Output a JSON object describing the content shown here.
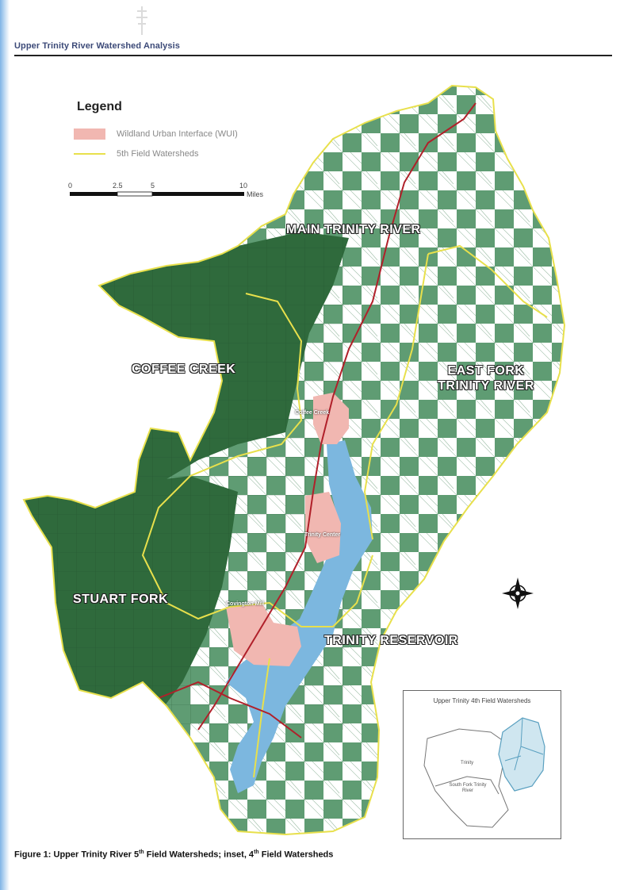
{
  "header": {
    "title": "Upper Trinity River Watershed Analysis"
  },
  "legend": {
    "title": "Legend",
    "items": [
      {
        "label": "Wildland Urban Interface (WUI)",
        "color": "#f1b7b1",
        "symbol": "fill"
      },
      {
        "label": "5th Field Watersheds",
        "color": "#e8e04c",
        "symbol": "line"
      }
    ],
    "scale": {
      "ticks": [
        "0",
        "2.5",
        "5",
        "10"
      ],
      "unit": "Miles"
    }
  },
  "map": {
    "watersheds": [
      "MAIN TRINITY RIVER",
      "COFFEE CREEK",
      "EAST FORK TRINITY RIVER",
      "STUART FORK",
      "TRINITY RESERVOIR"
    ],
    "towns": [
      "Coffee Creek",
      "Trinity Center",
      "Covington Mill"
    ],
    "colors": {
      "forest": "#2f6a3c",
      "private_land": "#5f9c73",
      "checker": "#ffffff",
      "reservoir": "#7cb7df",
      "wui": "#f1b7b1",
      "watershed_boundary": "#e8e04c",
      "roads": "#b0202a"
    },
    "compass_icon": "compass-rose-icon"
  },
  "inset": {
    "title": "Upper Trinity 4th Field Watersheds",
    "labels": [
      "Trinity",
      "South Fork Trinity River"
    ]
  },
  "caption": {
    "part1": "Figure 1: Upper Trinity River 5",
    "sup1": "th",
    "part2": " Field Watersheds; inset, 4",
    "sup2": "th",
    "part3": " Field Watersheds"
  }
}
